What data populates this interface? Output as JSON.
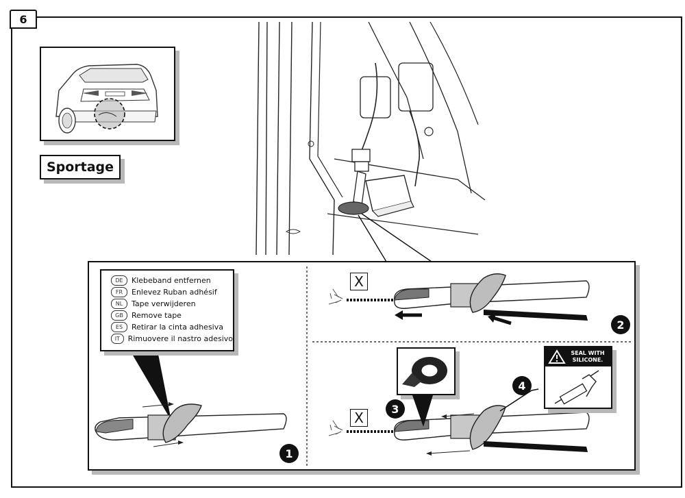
{
  "step": {
    "number": "6"
  },
  "model": {
    "name": "Sportage"
  },
  "instructions": [
    {
      "code": "DE",
      "text": "Klebeband entfernen"
    },
    {
      "code": "FR",
      "text": "Enlevez Ruban adhésif"
    },
    {
      "code": "NL",
      "text": "Tape verwijderen"
    },
    {
      "code": "GB",
      "text": "Remove tape"
    },
    {
      "code": "ES",
      "text": "Retirar la cinta adhesiva"
    },
    {
      "code": "IT",
      "text": "Rimuovere il nastro adesivo"
    }
  ],
  "markers": {
    "one": "1",
    "two": "2",
    "three": "3",
    "four": "4",
    "wrong_top": "X",
    "wrong_bottom": "X"
  },
  "warning": {
    "line1": "SEAL WITH",
    "line2": "SILICONE."
  }
}
